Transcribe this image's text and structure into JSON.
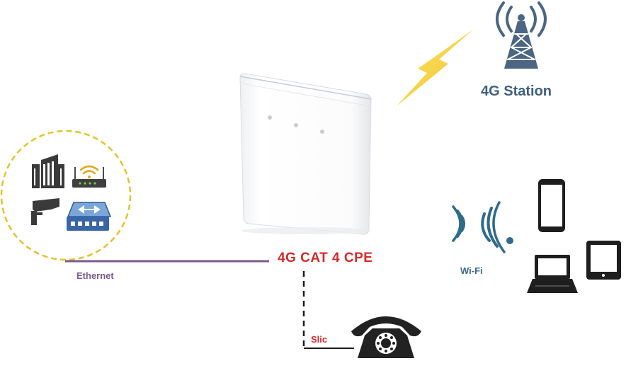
{
  "labels": {
    "station": "4G Station",
    "cpe": "4G CAT 4 CPE",
    "ethernet": "Ethernet",
    "slic": "Slic",
    "wifi": "Wi-Fi"
  },
  "colors": {
    "station_label": "#3f5f7f",
    "cpe_label": "#d42a2a",
    "ethernet": "#7b5a8c",
    "slic": "#d42a2a",
    "wifi": "#3b6c86",
    "circle": "#e8c12a",
    "lightning": "#f2cf3a",
    "icon_dark": "#3a3a3a",
    "icon_blue": "#3a66a8"
  },
  "icons": [
    "cell-tower-icon",
    "lightning-icon",
    "router-device",
    "building-icon",
    "wifi-router-icon",
    "cctv-camera-icon",
    "network-switch-icon",
    "wifi-signal-icon",
    "smartphone-icon",
    "laptop-icon",
    "tablet-icon",
    "telephone-icon"
  ]
}
